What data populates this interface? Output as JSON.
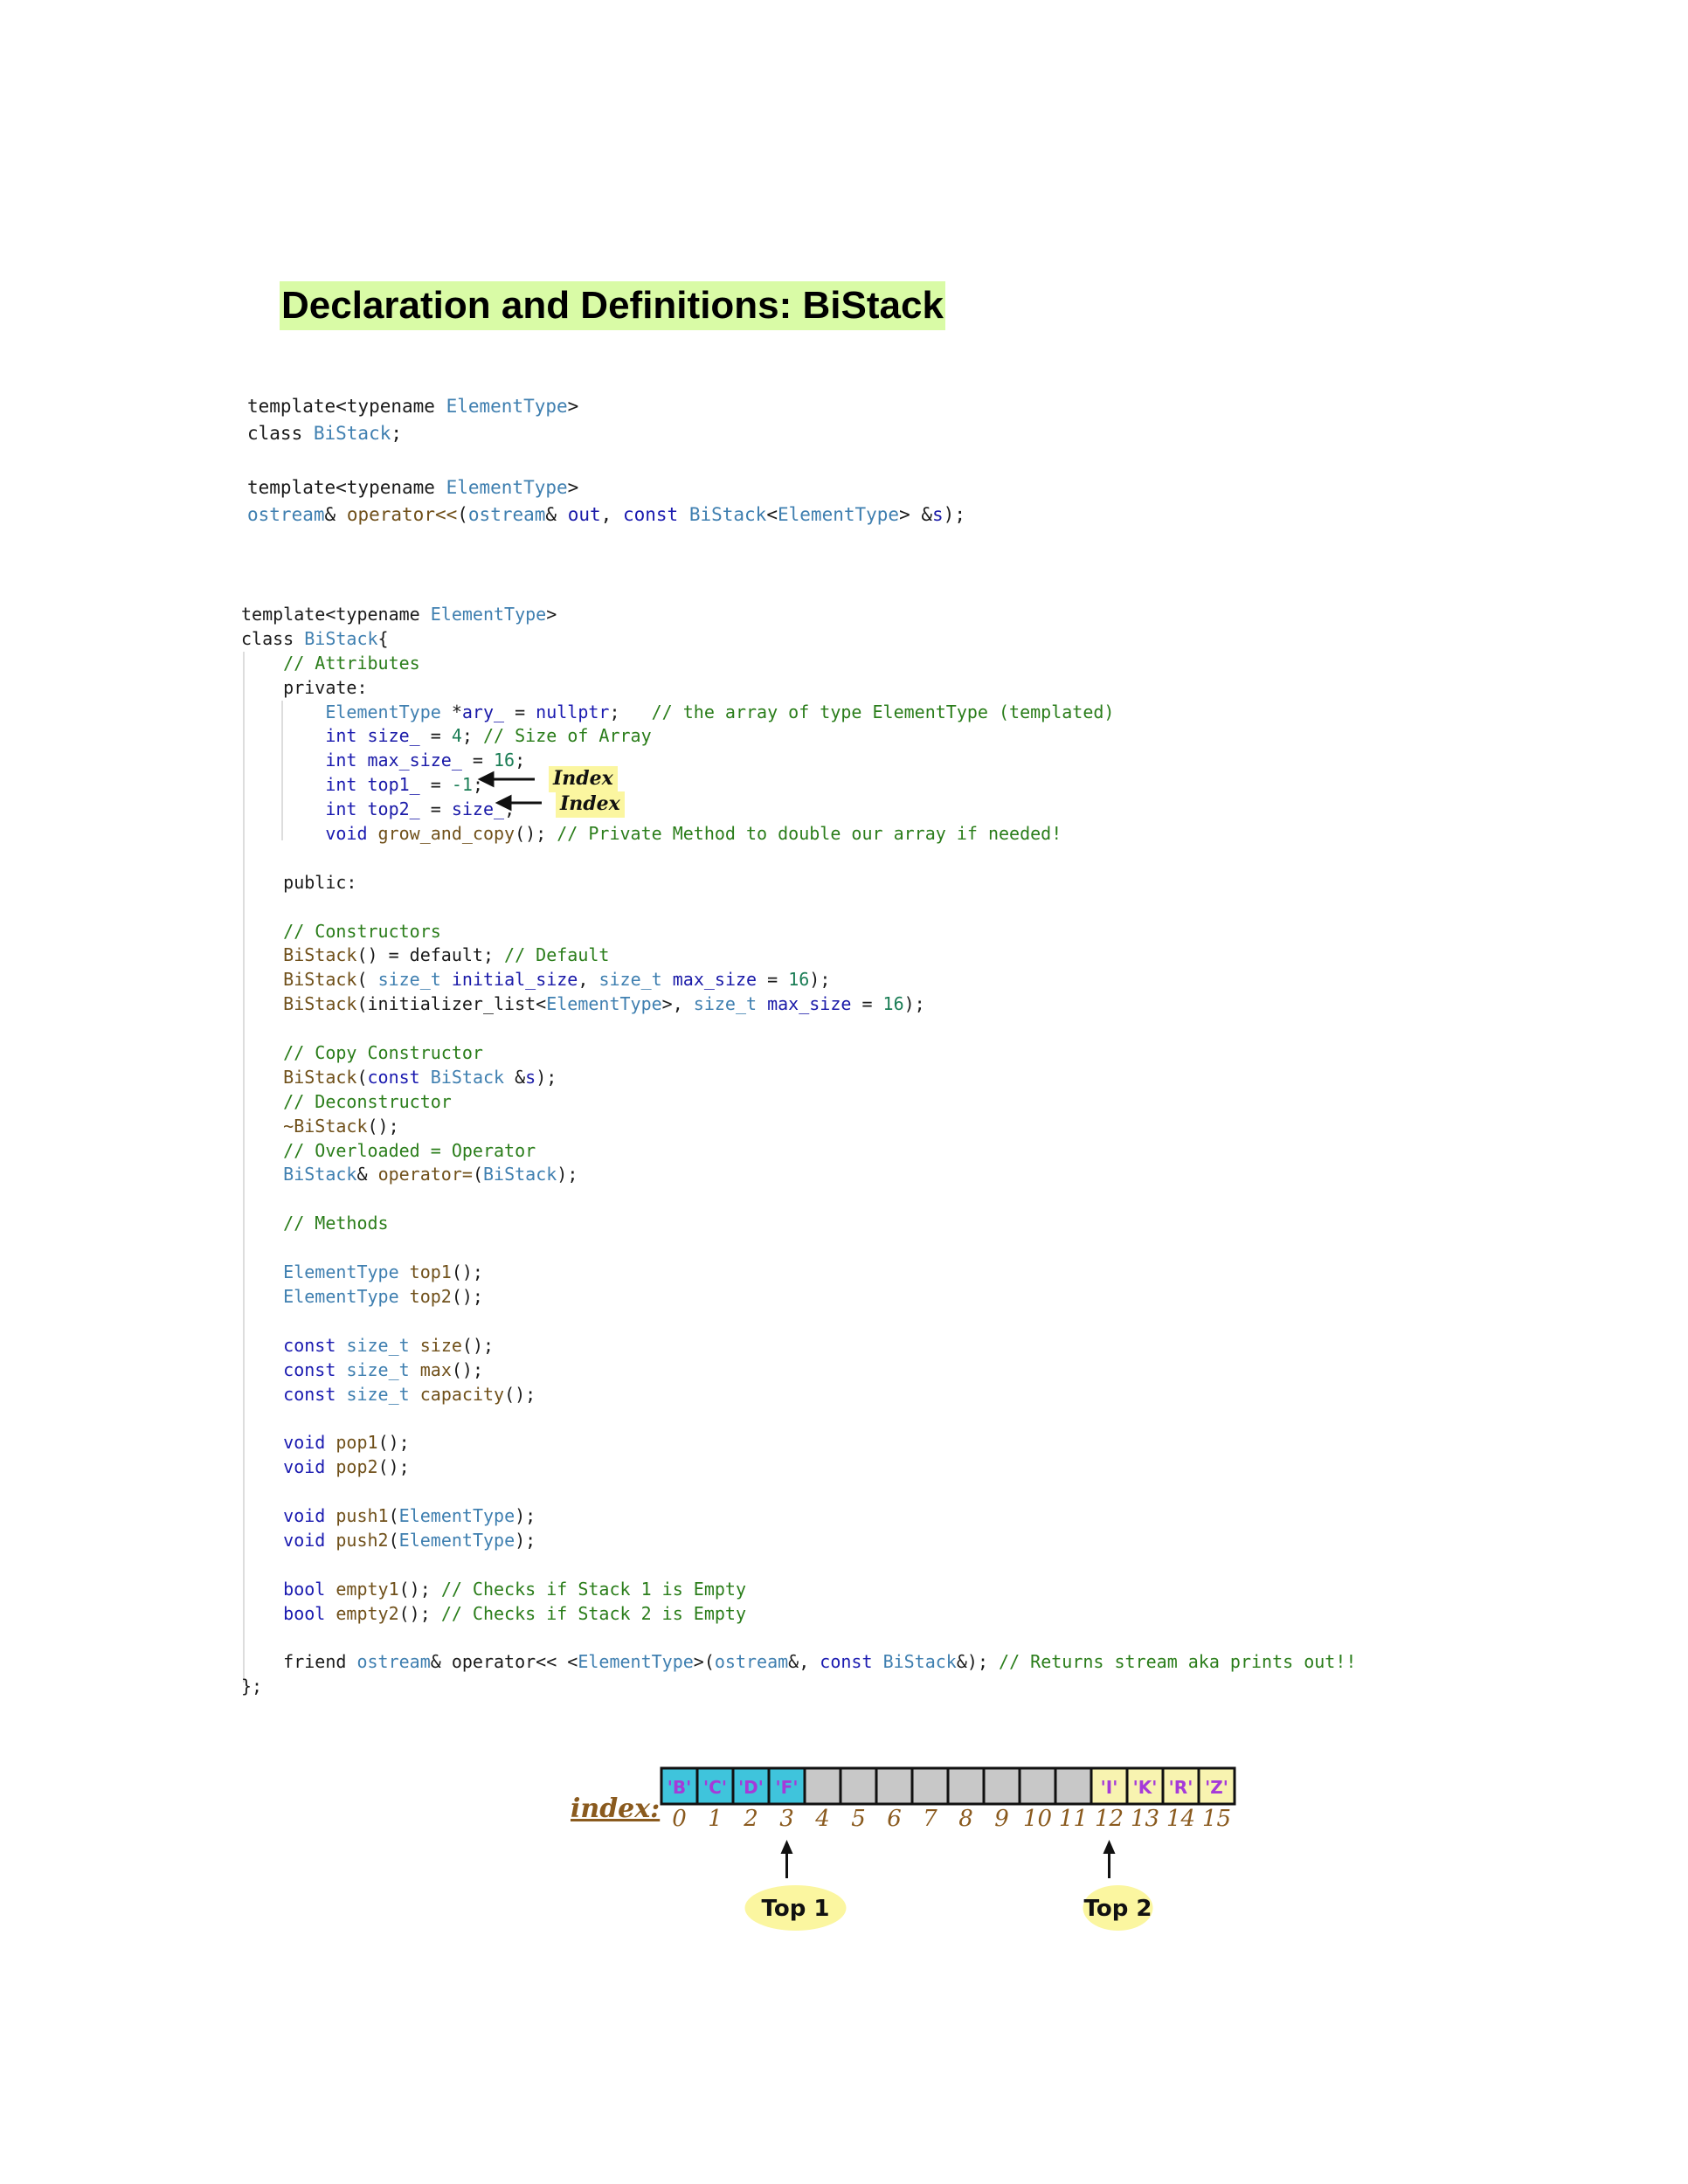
{
  "heading": "Declaration and Definitions: BiStack",
  "annotations": {
    "index_label_1": "Index",
    "index_label_2": "Index"
  },
  "diagram": {
    "index_label": "index:",
    "cells": [
      {
        "value": "'B'",
        "kind": "stack1"
      },
      {
        "value": "'C'",
        "kind": "stack1"
      },
      {
        "value": "'D'",
        "kind": "stack1"
      },
      {
        "value": "'F'",
        "kind": "stack1"
      },
      {
        "value": "",
        "kind": "empty"
      },
      {
        "value": "",
        "kind": "empty"
      },
      {
        "value": "",
        "kind": "empty"
      },
      {
        "value": "",
        "kind": "empty"
      },
      {
        "value": "",
        "kind": "empty"
      },
      {
        "value": "",
        "kind": "empty"
      },
      {
        "value": "",
        "kind": "empty"
      },
      {
        "value": "",
        "kind": "empty"
      },
      {
        "value": "'I'",
        "kind": "stack2"
      },
      {
        "value": "'K'",
        "kind": "stack2"
      },
      {
        "value": "'R'",
        "kind": "stack2"
      },
      {
        "value": "'Z'",
        "kind": "stack2"
      }
    ],
    "indices": [
      "0",
      "1",
      "2",
      "3",
      "4",
      "5",
      "6",
      "7",
      "8",
      "9",
      "10",
      "11",
      "12",
      "13",
      "14",
      "15"
    ],
    "top1_label": "Top 1",
    "top1_index": 3,
    "top2_label": "Top 2",
    "top2_index": 12
  },
  "colors": {
    "stack1": "#3fc4dc",
    "stack2": "#f8f3b0",
    "empty": "#c8c8c8",
    "cell_text_stack1": "#a53ad9",
    "cell_text_stack2": "#a53ad9",
    "index_text": "#8a5a1e",
    "highlight": "#fbf6a0"
  }
}
